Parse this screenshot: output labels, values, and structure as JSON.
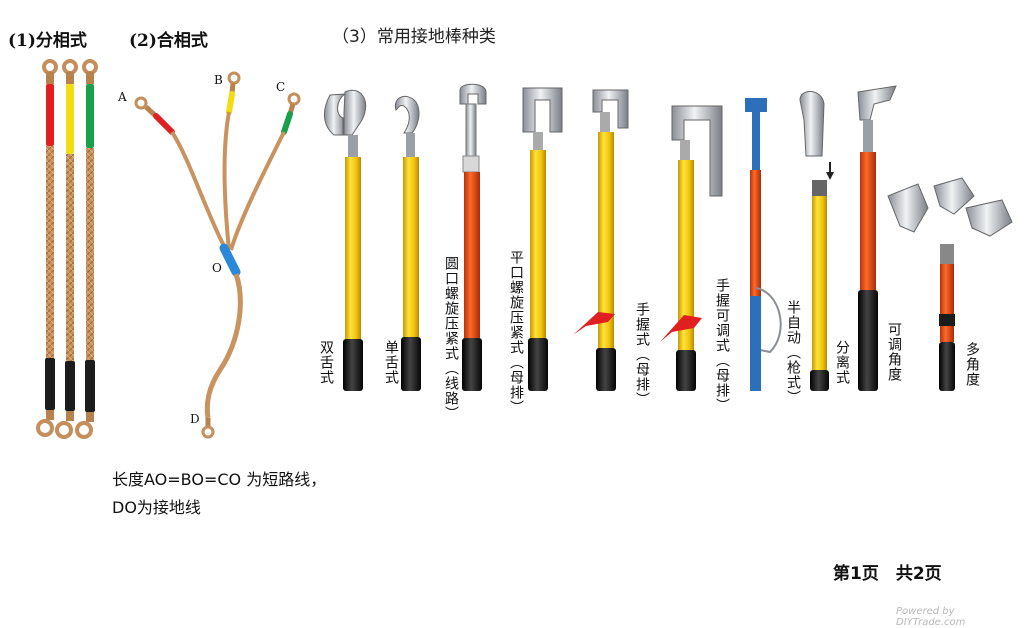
{
  "headings": {
    "split_phase": "(1)分相式",
    "combined_phase": "(2)合相式",
    "common_rods": "（3）常用接地棒种类"
  },
  "points": {
    "a": "A",
    "b": "B",
    "c": "C",
    "o": "O",
    "d": "D"
  },
  "note": {
    "line1": "长度AO=BO=CO  为短路线，",
    "line2": "DO为接地线"
  },
  "rods": [
    {
      "label": "双舌式",
      "head": "double-hook-clamp"
    },
    {
      "label": "单舌式",
      "head": "single-hook-clamp"
    },
    {
      "label": "圆口螺旋压紧式（线路）",
      "head": "round-screw-clamp"
    },
    {
      "label": "平口螺旋压紧式（母排）",
      "head": "flat-screw-clamp"
    },
    {
      "label": "手握式（母排）",
      "head": "c-clamp"
    },
    {
      "label": "手握可调式（母排）",
      "head": "adjustable-c-clamp"
    },
    {
      "label": "半自动（枪式）",
      "head": "gun-type-clamp"
    },
    {
      "label": "分离式",
      "head": "separable-clamp"
    },
    {
      "label": "可调角度",
      "head": "adjustable-angle-clamp"
    },
    {
      "label": "多角度",
      "head": "multi-angle-clamps"
    }
  ],
  "footer": {
    "page": "第1页　共2页"
  },
  "watermark": "Powered by DIYTrade.com",
  "colors": {
    "copper": "#c58e5a",
    "phase_red": "#e02020",
    "phase_yellow": "#f2dc12",
    "phase_green": "#1aa04a",
    "neutral_blue": "#2a88d8",
    "rod_yellow": "#f5c90f",
    "rod_orange": "#ec4c14",
    "grip_black": "#1c1c1c"
  }
}
